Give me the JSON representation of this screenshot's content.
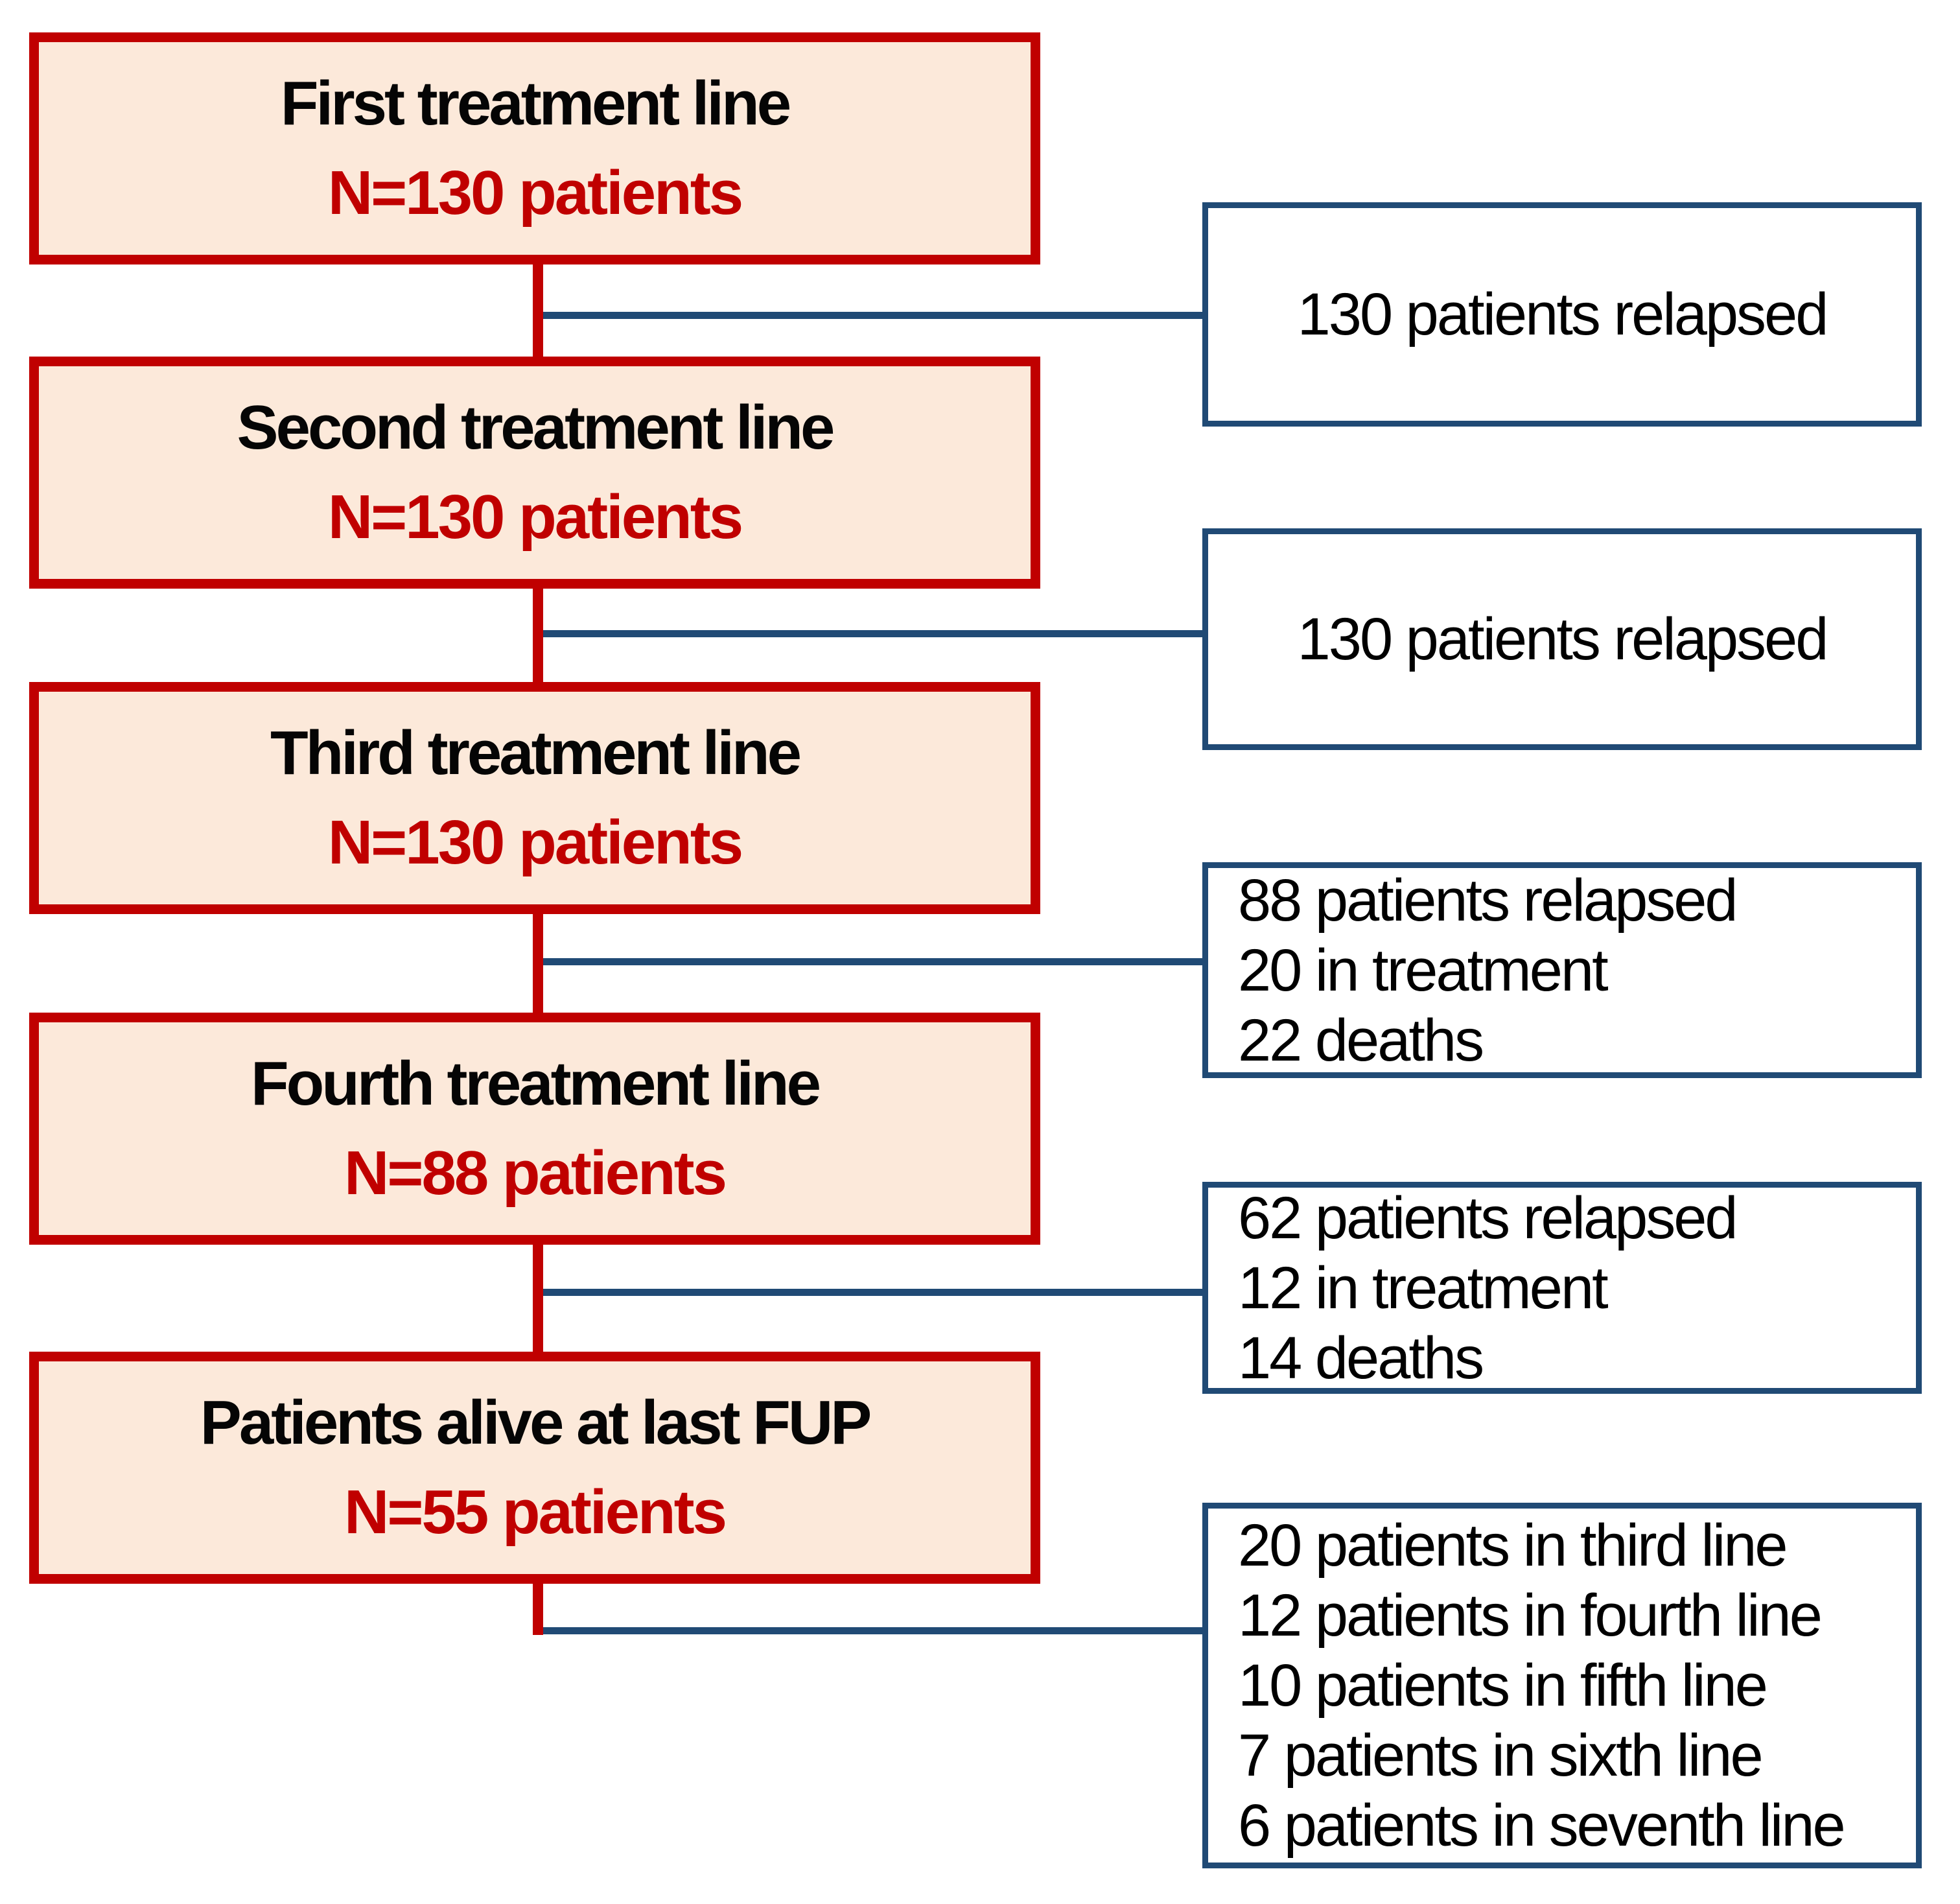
{
  "colors": {
    "step_border_red": "#c00000",
    "step_fill_peach": "#fce9da",
    "count_text_red": "#c00000",
    "note_border_blue": "#204a75",
    "text_black": "#000000"
  },
  "flow": {
    "steps": [
      {
        "title": "First treatment line",
        "count": "N=130 patients"
      },
      {
        "title": "Second treatment line",
        "count": "N=130 patients"
      },
      {
        "title": "Third treatment line",
        "count": "N=130 patients"
      },
      {
        "title": "Fourth treatment line",
        "count": "N=88 patients"
      },
      {
        "title": "Patients alive at last FUP",
        "count": "N=55 patients"
      }
    ],
    "notes": [
      {
        "lines": [
          "130 patients relapsed"
        ]
      },
      {
        "lines": [
          "130 patients relapsed"
        ]
      },
      {
        "lines": [
          "88 patients relapsed",
          "20 in treatment",
          "22 deaths"
        ]
      },
      {
        "lines": [
          "62 patients relapsed",
          "12 in treatment",
          "14 deaths"
        ]
      },
      {
        "lines": [
          "20 patients in third line",
          "12 patients in fourth line",
          "10 patients in fifth line",
          "7 patients in sixth line",
          "6 patients in seventh line"
        ]
      }
    ]
  }
}
